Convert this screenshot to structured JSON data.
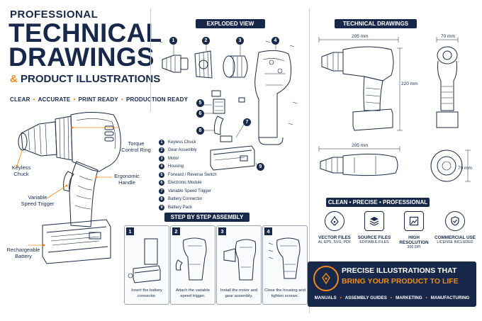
{
  "header": {
    "pre_title": "PROFESSIONAL",
    "title_line1": "TECHNICAL",
    "title_line2": "DRAWINGS",
    "subtitle_amp": "&",
    "subtitle": "PRODUCT ILLUSTRATIONS",
    "tags": [
      "CLEAR",
      "ACCURATE",
      "PRINT READY",
      "PRODUCTION READY"
    ]
  },
  "main_drill": {
    "callouts": {
      "keyless_chuck": "Keyless\nChuck",
      "torque_ring": "Torque\nControl Ring",
      "ergonomic_handle": "Ergonomic\nHandle",
      "variable_trigger": "Variable\nSpeed Trigger",
      "battery": "Rechargeable\nBattery"
    }
  },
  "exploded_view": {
    "title": "EXPLODED VIEW",
    "legend": [
      {
        "n": "1",
        "label": "Keyless Chuck"
      },
      {
        "n": "2",
        "label": "Gear Assembly"
      },
      {
        "n": "3",
        "label": "Motor"
      },
      {
        "n": "4",
        "label": "Housing"
      },
      {
        "n": "5",
        "label": "Forward / Reverse Switch"
      },
      {
        "n": "6",
        "label": "Electronic Module"
      },
      {
        "n": "7",
        "label": "Variable Speed Trigger"
      },
      {
        "n": "8",
        "label": "Battery Connector"
      },
      {
        "n": "9",
        "label": "Battery Pack"
      }
    ],
    "part_numbers": [
      "1",
      "2",
      "3",
      "4",
      "5",
      "6",
      "7",
      "8",
      "9"
    ]
  },
  "technical_drawings": {
    "title": "TECHNICAL DRAWINGS",
    "dims": {
      "side_width": "205 mm",
      "side_height": "220 mm",
      "front_width": "70 mm",
      "top_width": "205 mm",
      "end_height": "70 mm"
    }
  },
  "assembly": {
    "title": "STEP BY STEP ASSEMBLY",
    "steps": [
      {
        "n": "1",
        "caption": "Insert the battery connector."
      },
      {
        "n": "2",
        "caption": "Attach the variable speed trigger."
      },
      {
        "n": "3",
        "caption": "Install the motor and gear assembly."
      },
      {
        "n": "4",
        "caption": "Close the housing and tighten screws."
      }
    ]
  },
  "features": {
    "title": "CLEAN  •  PRECISE  •  PROFESSIONAL",
    "items": [
      {
        "icon": "vector-pen-icon",
        "title": "VECTOR FILES",
        "sub": "AI, EPS, SVG, PDF"
      },
      {
        "icon": "layers-icon",
        "title": "SOURCE FILES",
        "sub": "EDITABLE FILES"
      },
      {
        "icon": "image-icon",
        "title": "HIGH RESOLUTION",
        "sub": "300 DPI"
      },
      {
        "icon": "shield-check-icon",
        "title": "COMMERCIAL USE",
        "sub": "LICENSE INCLUDED"
      }
    ]
  },
  "banner": {
    "line1": "PRECISE ILLUSTRATIONS THAT",
    "line2": "BRING YOUR PRODUCT TO LIFE",
    "uses": [
      "MANUALS",
      "ASSEMBLY GUIDES",
      "MARKETING",
      "MANUFACTURING"
    ]
  },
  "colors": {
    "navy": "#17284a",
    "orange": "#f08a1c"
  }
}
